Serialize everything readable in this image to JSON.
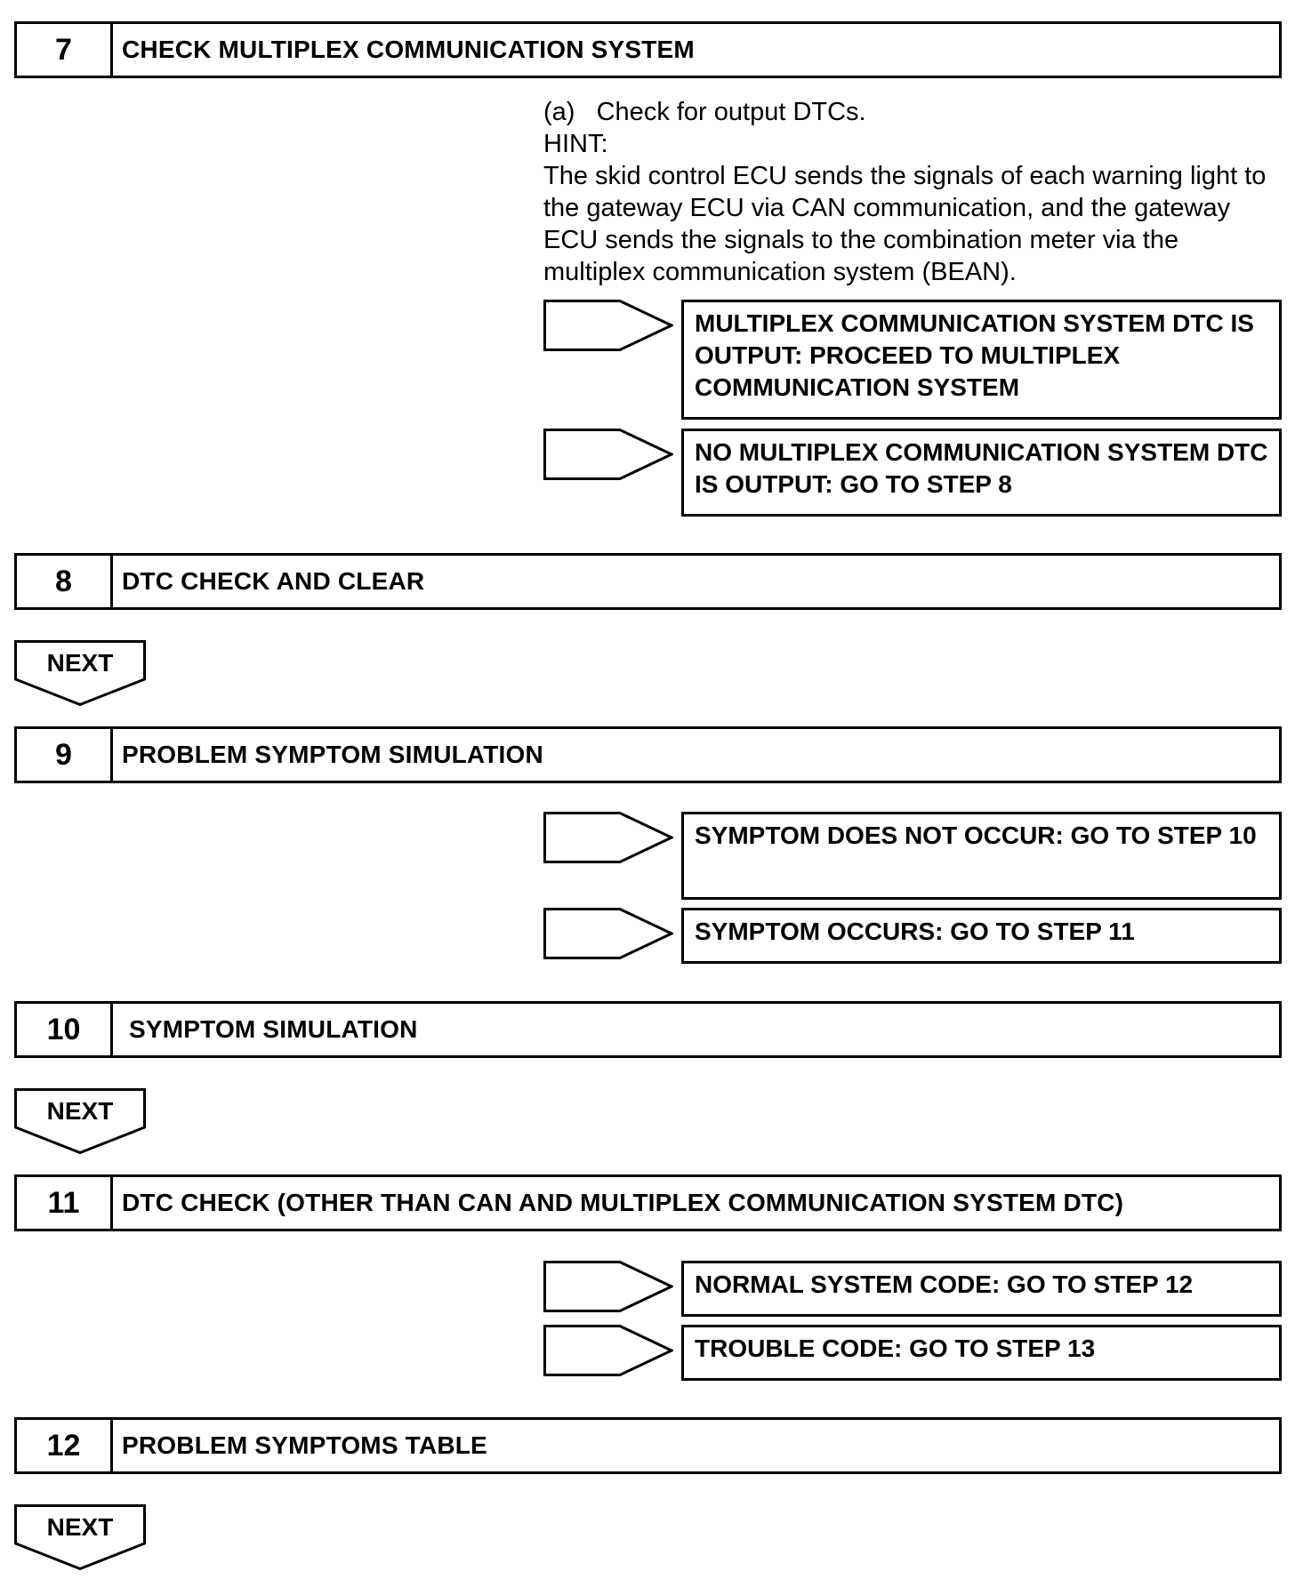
{
  "step7": {
    "number": "7",
    "title": "CHECK MULTIPLEX COMMUNICATION SYSTEM",
    "instruction": "(a)   Check for output DTCs.",
    "hint_label": "HINT:",
    "hint_text": "The skid control ECU sends the signals of each warning light to the gateway ECU via CAN communication, and the gateway ECU sends the signals to the combination meter via the multiplex communication system (BEAN).",
    "results": [
      "MULTIPLEX COMMUNICATION SYSTEM DTC IS OUTPUT: PROCEED TO MULTIPLEX COMMUNICATION SYSTEM",
      "NO MULTIPLEX COMMUNICATION SYSTEM DTC IS OUTPUT: GO TO STEP 8"
    ]
  },
  "step8": {
    "number": "8",
    "title": "DTC CHECK AND CLEAR"
  },
  "next_label": "NEXT",
  "step9": {
    "number": "9",
    "title": "PROBLEM SYMPTOM SIMULATION",
    "results": [
      "SYMPTOM DOES NOT OCCUR: GO TO STEP 10",
      "SYMPTOM OCCURS: GO TO STEP 11"
    ]
  },
  "step10": {
    "number": "10",
    "title": "SYMPTOM SIMULATION"
  },
  "step11": {
    "number": "11",
    "title": "DTC CHECK (OTHER THAN CAN AND MULTIPLEX COMMUNICATION SYSTEM DTC)",
    "results": [
      "NORMAL SYSTEM CODE: GO TO STEP 12",
      "TROUBLE CODE: GO TO STEP 13"
    ]
  },
  "step12": {
    "number": "12",
    "title": "PROBLEM SYMPTOMS TABLE"
  }
}
